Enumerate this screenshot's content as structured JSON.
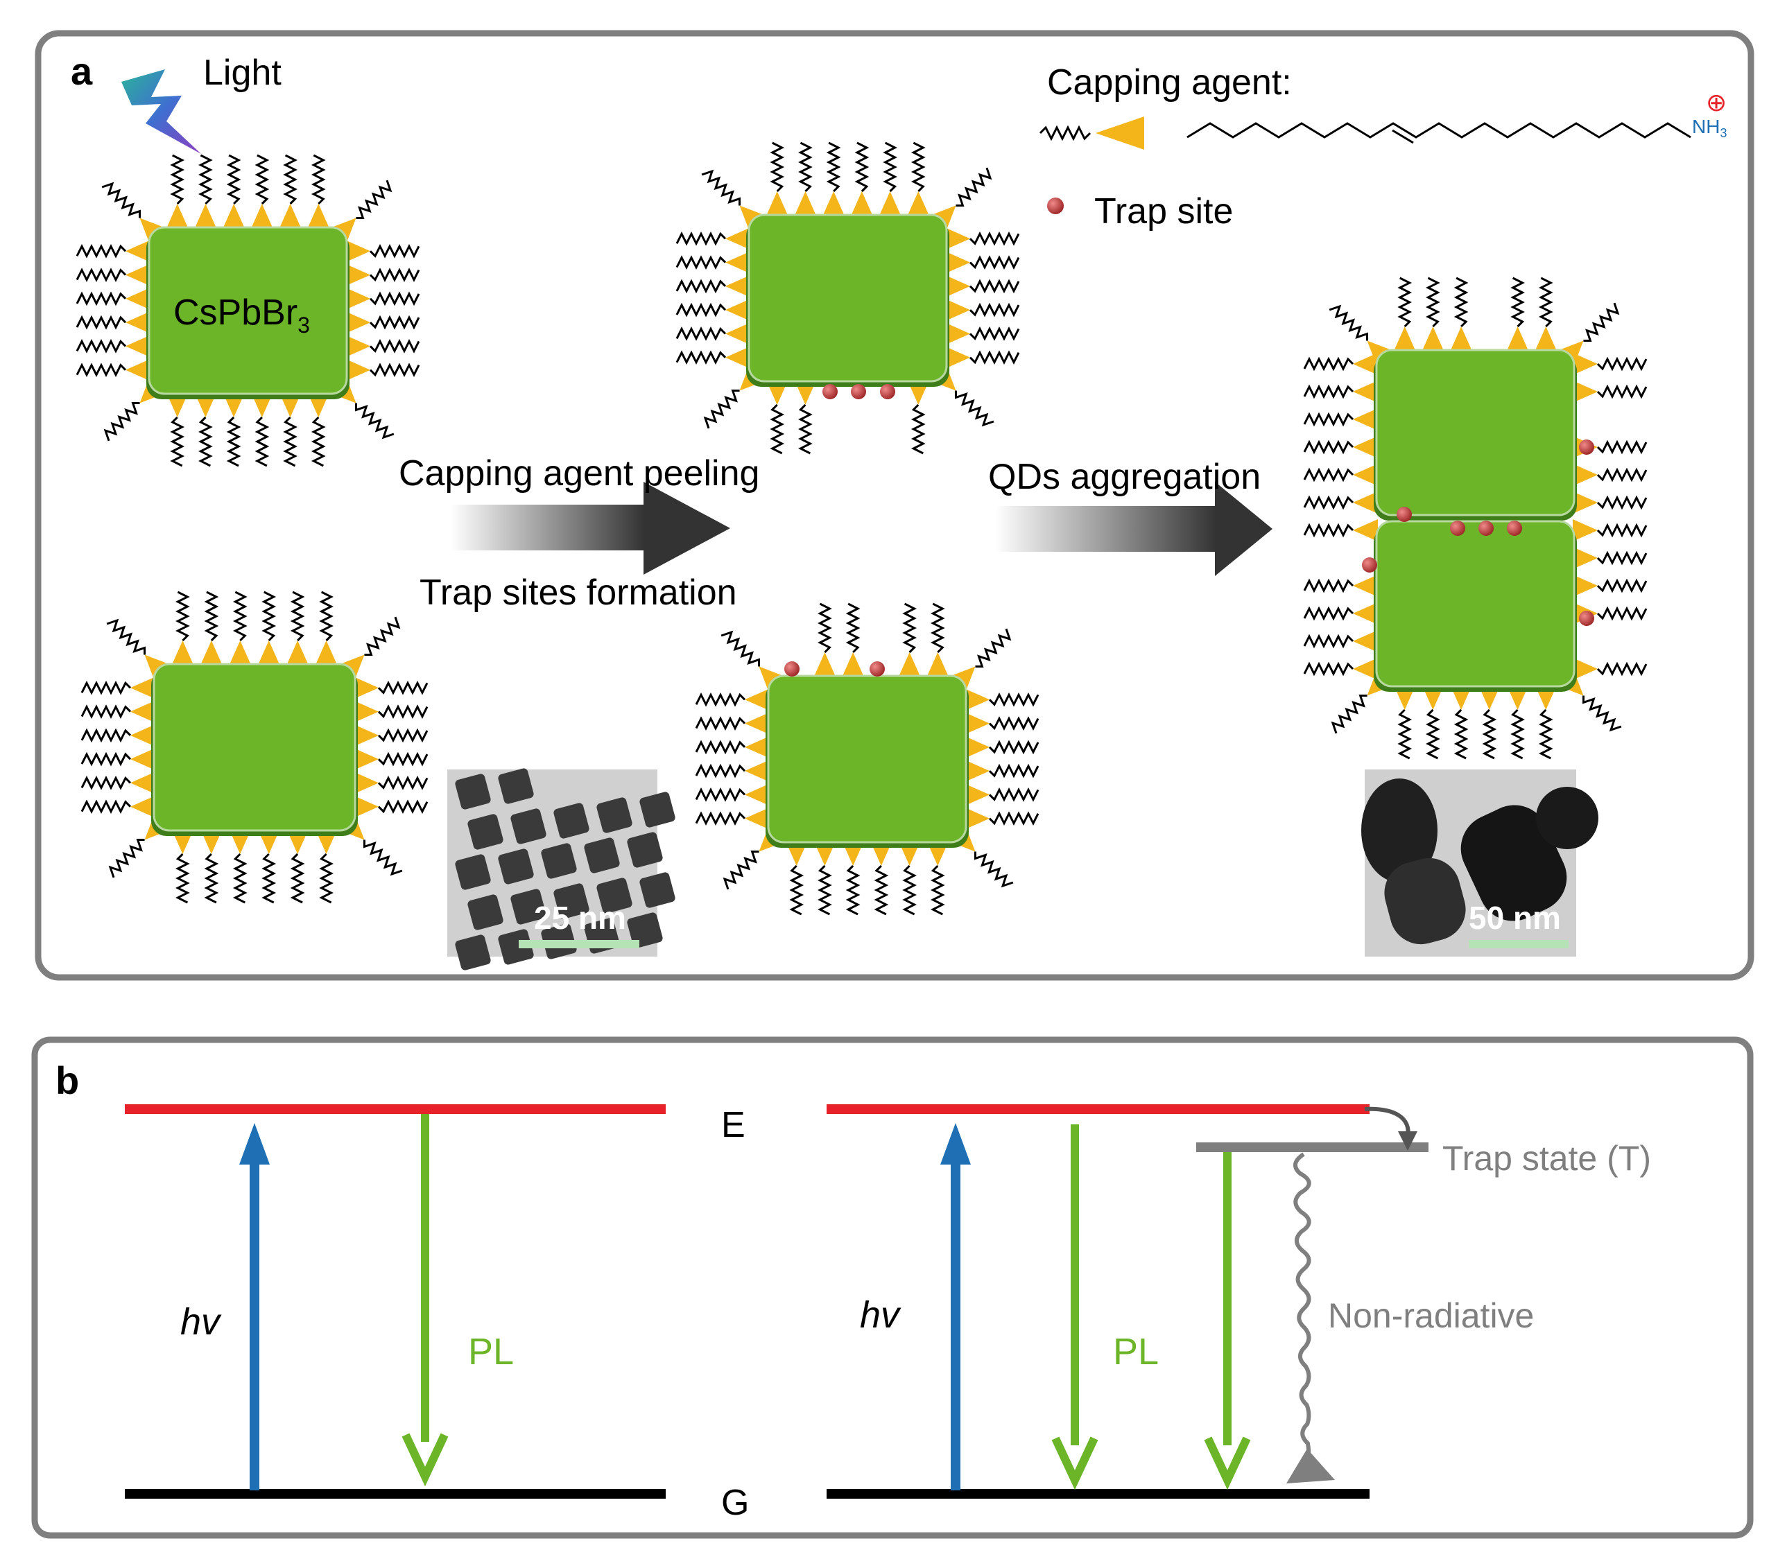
{
  "panel_a": {
    "letter": "a",
    "light_label": "Light",
    "crystal_label": "CsPbBr",
    "crystal_subscript": "3",
    "capping_agent_label": "Capping agent:",
    "ammonium_charge": "⊕",
    "ammonium_label": "NH",
    "ammonium_subscript": "3",
    "trap_site_label": "Trap site",
    "step1_top": "Capping agent peeling",
    "step1_bottom": "Trap sites formation",
    "step2_top": "QDs aggregation",
    "tem1_scale": "25 nm",
    "tem2_scale": "50 nm"
  },
  "panel_b": {
    "letter": "b",
    "excited_label": "E",
    "ground_label": "G",
    "excitation_label": "hv",
    "pl_left_label": "PL",
    "pl_right_label": "PL",
    "trap_state_label": "Trap state (T)",
    "nonradiative_label": "Non-radiative"
  },
  "colors": {
    "crystal": "#6cb529",
    "ligand_head": "#f3b51a",
    "trap_site": "#b03030",
    "excited_level": "#e8222a",
    "ground_level": "#000000",
    "excitation_arrow": "#1f6fb5",
    "pl_arrow": "#6cb529",
    "trap_level": "#7f7f7f",
    "panel_border": "#7f7f7f"
  }
}
